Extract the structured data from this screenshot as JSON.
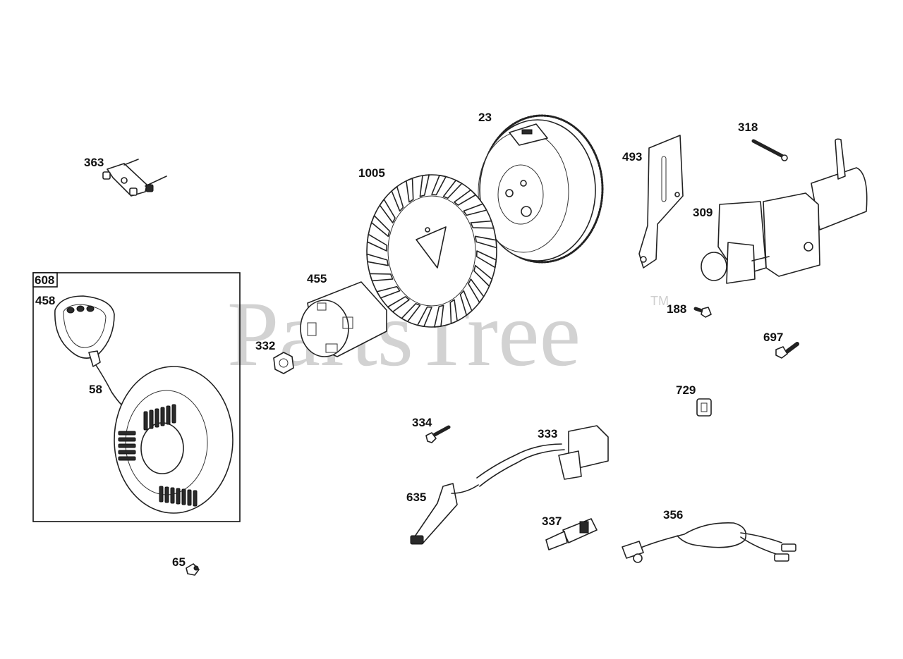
{
  "watermark": {
    "text": "PartsTree",
    "trademark": "TM"
  },
  "box": {
    "label": "608"
  },
  "callouts": [
    {
      "id": "p23",
      "label": "23"
    },
    {
      "id": "p318",
      "label": "318"
    },
    {
      "id": "p363",
      "label": "363"
    },
    {
      "id": "p1005",
      "label": "1005"
    },
    {
      "id": "p493",
      "label": "493"
    },
    {
      "id": "p309",
      "label": "309"
    },
    {
      "id": "p458",
      "label": "458"
    },
    {
      "id": "p455",
      "label": "455"
    },
    {
      "id": "p188",
      "label": "188"
    },
    {
      "id": "p332",
      "label": "332"
    },
    {
      "id": "p697",
      "label": "697"
    },
    {
      "id": "p58",
      "label": "58"
    },
    {
      "id": "p729",
      "label": "729"
    },
    {
      "id": "p334",
      "label": "334"
    },
    {
      "id": "p333",
      "label": "333"
    },
    {
      "id": "p635",
      "label": "635"
    },
    {
      "id": "p356",
      "label": "356"
    },
    {
      "id": "p337",
      "label": "337"
    },
    {
      "id": "p65",
      "label": "65"
    }
  ],
  "colors": {
    "ink": "#222222",
    "watermark": "#d2d2d2",
    "background": "#ffffff"
  }
}
